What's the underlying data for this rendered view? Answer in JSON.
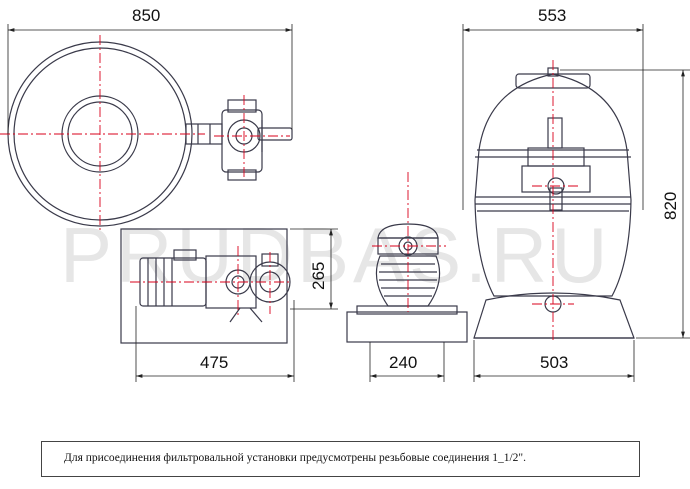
{
  "watermark": "PRUDBAS.RU",
  "dimensions": {
    "top_width": "850",
    "side_width": "553",
    "side_height": "820",
    "pump_width": "475",
    "pump_height": "265",
    "front_width": "240",
    "base_width": "503"
  },
  "caption": "Для присоединения фильтровальной установки предусмотрены резьбовые соединения 1_1/2\".",
  "colors": {
    "outline": "#3a3a4a",
    "centerline": "#d9001b",
    "dimension": "#222222",
    "watermark": "#e6e6e6"
  }
}
